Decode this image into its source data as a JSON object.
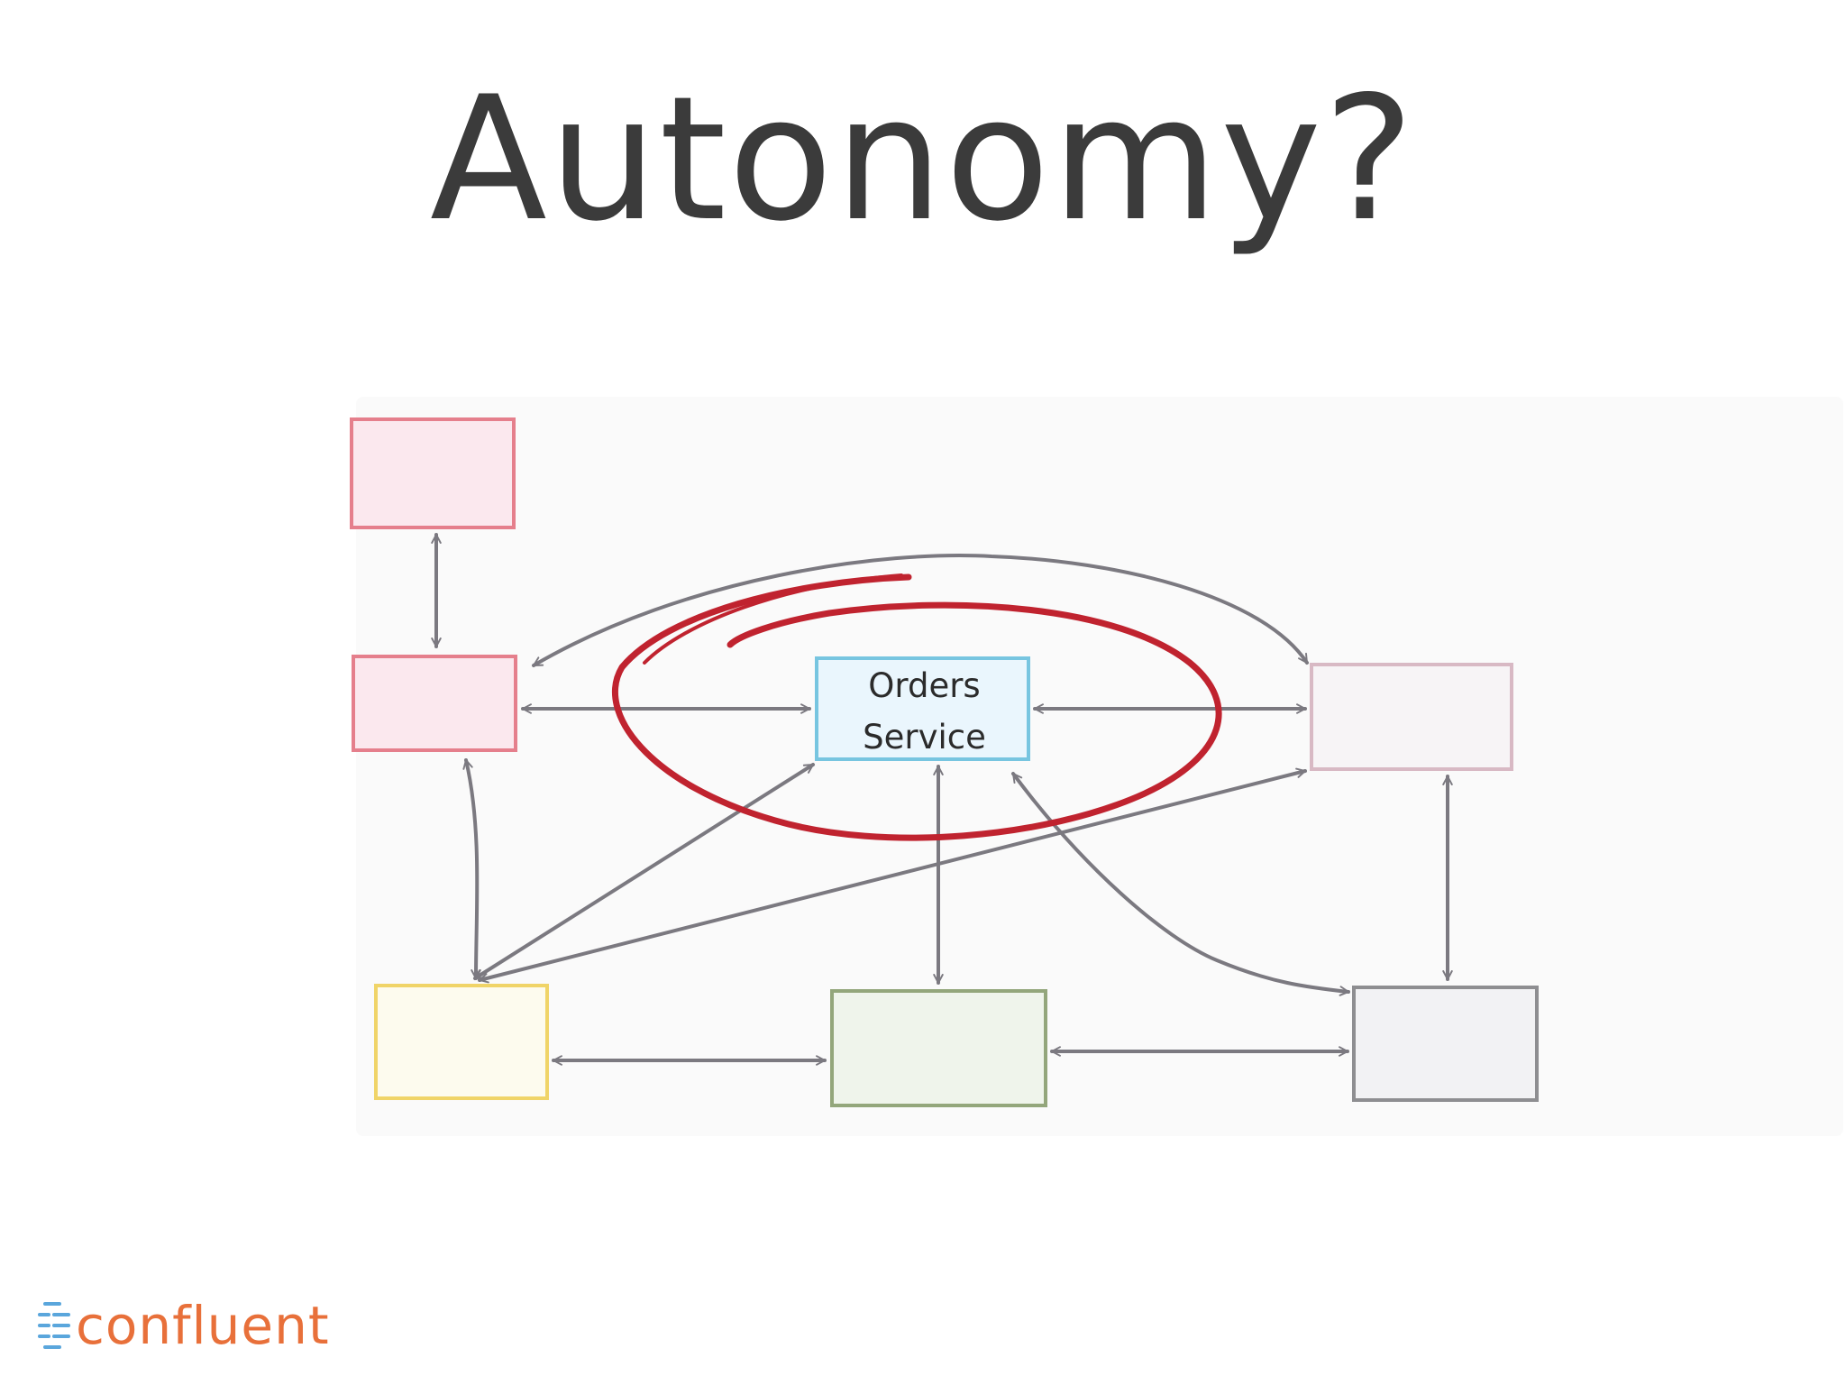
{
  "title": "Autonomy?",
  "diagram": {
    "center_node": {
      "line1": "Orders",
      "line2": "Service"
    },
    "highlight_color": "#c0232f",
    "arrow_color": "#7b7980",
    "node_colors": {
      "pink": "#e57f8c",
      "blue": "#77c5e0",
      "mauve": "#d8b9c4",
      "yellow": "#f0d468",
      "green": "#93a67b",
      "gray": "#8e8e91"
    }
  },
  "logo": {
    "text": "confluent",
    "color": "#e8703a"
  }
}
